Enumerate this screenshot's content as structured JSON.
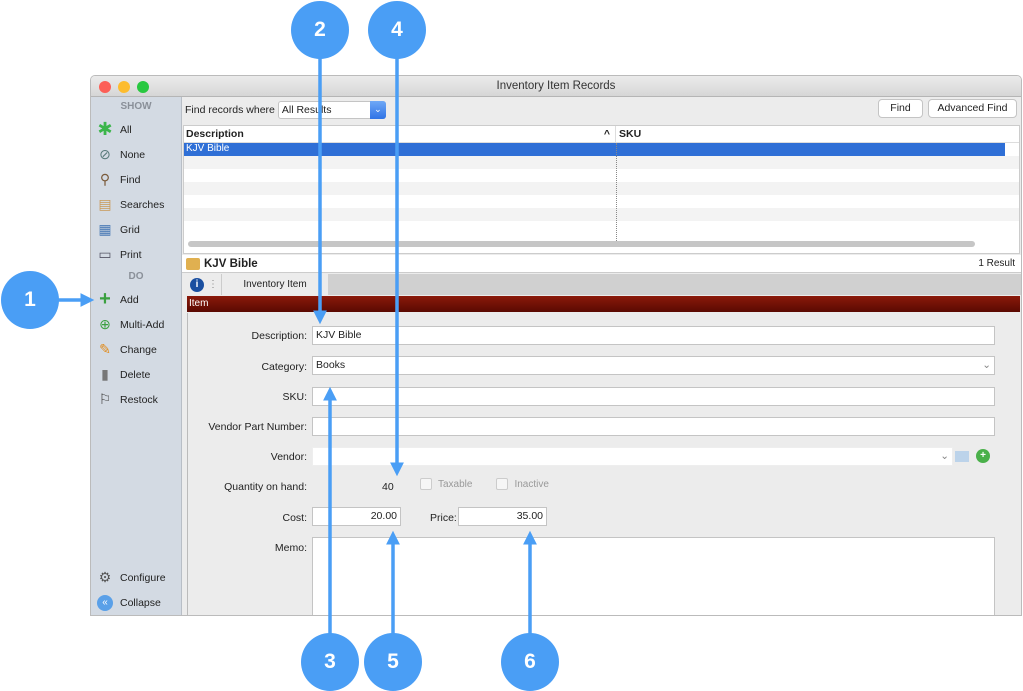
{
  "window": {
    "title": "Inventory Item Records"
  },
  "sidebar": {
    "show_header": "SHOW",
    "do_header": "DO",
    "show_items": [
      {
        "label": "All",
        "icon": "asterisk-icon"
      },
      {
        "label": "None",
        "icon": "no-entry-icon"
      },
      {
        "label": "Find",
        "icon": "magnifier-icon"
      },
      {
        "label": "Searches",
        "icon": "searches-icon"
      },
      {
        "label": "Grid",
        "icon": "grid-icon"
      },
      {
        "label": "Print",
        "icon": "printer-icon"
      }
    ],
    "do_items": [
      {
        "label": "Add",
        "icon": "plus-icon"
      },
      {
        "label": "Multi-Add",
        "icon": "multi-add-icon"
      },
      {
        "label": "Change",
        "icon": "pencil-icon"
      },
      {
        "label": "Delete",
        "icon": "trash-icon"
      },
      {
        "label": "Restock",
        "icon": "restock-icon"
      }
    ],
    "bottom_items": [
      {
        "label": "Configure",
        "icon": "gear-icon"
      },
      {
        "label": "Collapse",
        "icon": "collapse-icon"
      }
    ]
  },
  "findbar": {
    "label": "Find records where",
    "select_value": "All Results",
    "find_label": "Find",
    "advanced_label": "Advanced Find"
  },
  "table": {
    "columns": [
      "Description",
      "SKU"
    ],
    "sort_indicator": "^",
    "rows": [
      {
        "description": "KJV Bible",
        "sku": ""
      }
    ]
  },
  "record": {
    "title": "KJV Bible",
    "result_count": "1 Result"
  },
  "tabs": [
    {
      "label": "Inventory Item"
    }
  ],
  "section": "Item",
  "form": {
    "description_label": "Description:",
    "description": "KJV Bible",
    "category_label": "Category:",
    "category": "Books",
    "sku_label": "SKU:",
    "sku": "",
    "vendor_part_label": "Vendor Part Number:",
    "vendor_part": "",
    "vendor_label": "Vendor:",
    "vendor": "",
    "qty_label": "Quantity on hand:",
    "qty": "40",
    "taxable_label": "Taxable",
    "taxable": false,
    "inactive_label": "Inactive",
    "inactive": false,
    "cost_label": "Cost:",
    "cost": "20.00",
    "price_label": "Price:",
    "price": "35.00",
    "memo_label": "Memo:",
    "memo": ""
  },
  "callouts": [
    "1",
    "2",
    "3",
    "4",
    "5",
    "6"
  ],
  "colors": {
    "callout": "#4a9ef5",
    "selection": "#2f6fd6",
    "section_bar": "#7a1407"
  }
}
